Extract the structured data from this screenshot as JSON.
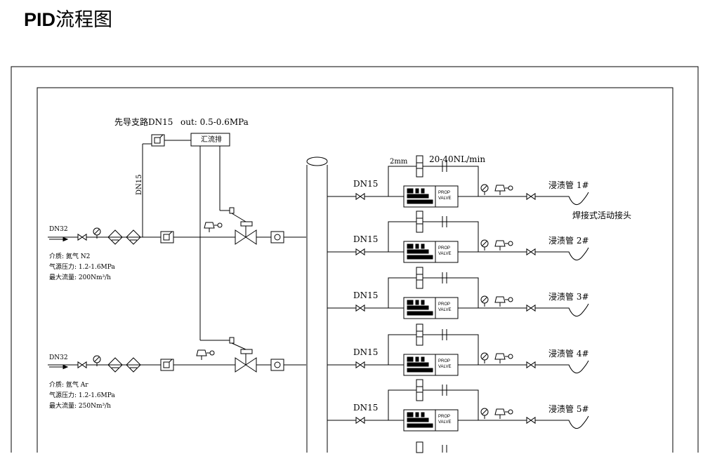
{
  "page": {
    "title_latin": "PID",
    "title_cjk": "流程图"
  },
  "pilot": {
    "label": "先导支路DN15",
    "out_pressure": "out: 0.5-0.6MPa",
    "manifold": "汇流排",
    "vertical_pipe": "DN15"
  },
  "inlets": [
    {
      "size": "DN32",
      "medium": "介质: 氮气 N2",
      "pressure": "气源压力: 1.2-1.6MPa",
      "flow": "最大流量: 200Nm³/h"
    },
    {
      "size": "DN32",
      "medium": "介质: 氩气 Ar",
      "pressure": "气源压力: 1.2-1.6MPa",
      "flow": "最大流量: 250Nm³/h"
    }
  ],
  "branch_common": {
    "bypass_orifice": "2mm",
    "bypass_flow": "20-40NL/min",
    "prop_valve_line1": "PROP",
    "prop_valve_line2": "VALVE",
    "joint_note": "焊接式活动接头"
  },
  "branches": [
    {
      "size": "DN15",
      "outlet": "浸渍管 1#"
    },
    {
      "size": "DN15",
      "outlet": "浸渍管 2#"
    },
    {
      "size": "DN15",
      "outlet": "浸渍管 3#"
    },
    {
      "size": "DN15",
      "outlet": "浸渍管 4#"
    },
    {
      "size": "DN15",
      "outlet": "浸渍管 5#"
    }
  ]
}
